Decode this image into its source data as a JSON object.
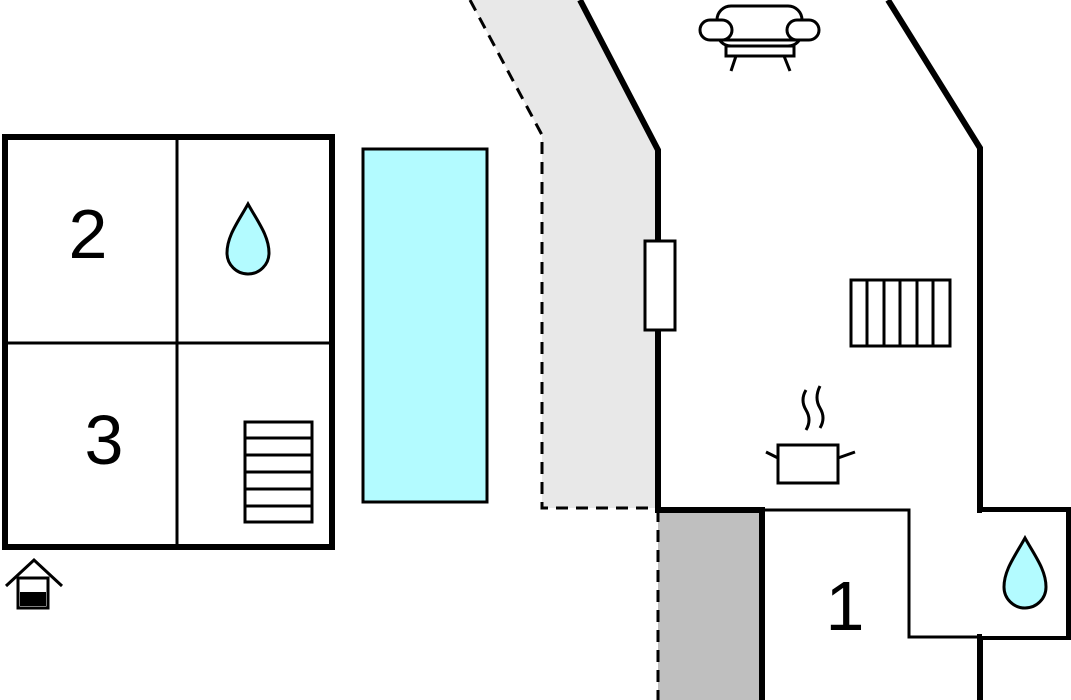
{
  "colors": {
    "water": "#b3fbff",
    "terrace": "#e8e8e8",
    "paved": "#bfbfbf",
    "wall": "#000000",
    "background": "#ffffff"
  },
  "rooms": [
    {
      "id": "bedroom-2",
      "number": "2"
    },
    {
      "id": "bedroom-3",
      "number": "3"
    },
    {
      "id": "bedroom-1",
      "number": "1"
    }
  ],
  "icons": [
    "sofa-icon",
    "water-drop-icon",
    "bed-icon",
    "stove-pot-icon",
    "entrance-house-icon",
    "window-icon",
    "pool-icon"
  ]
}
